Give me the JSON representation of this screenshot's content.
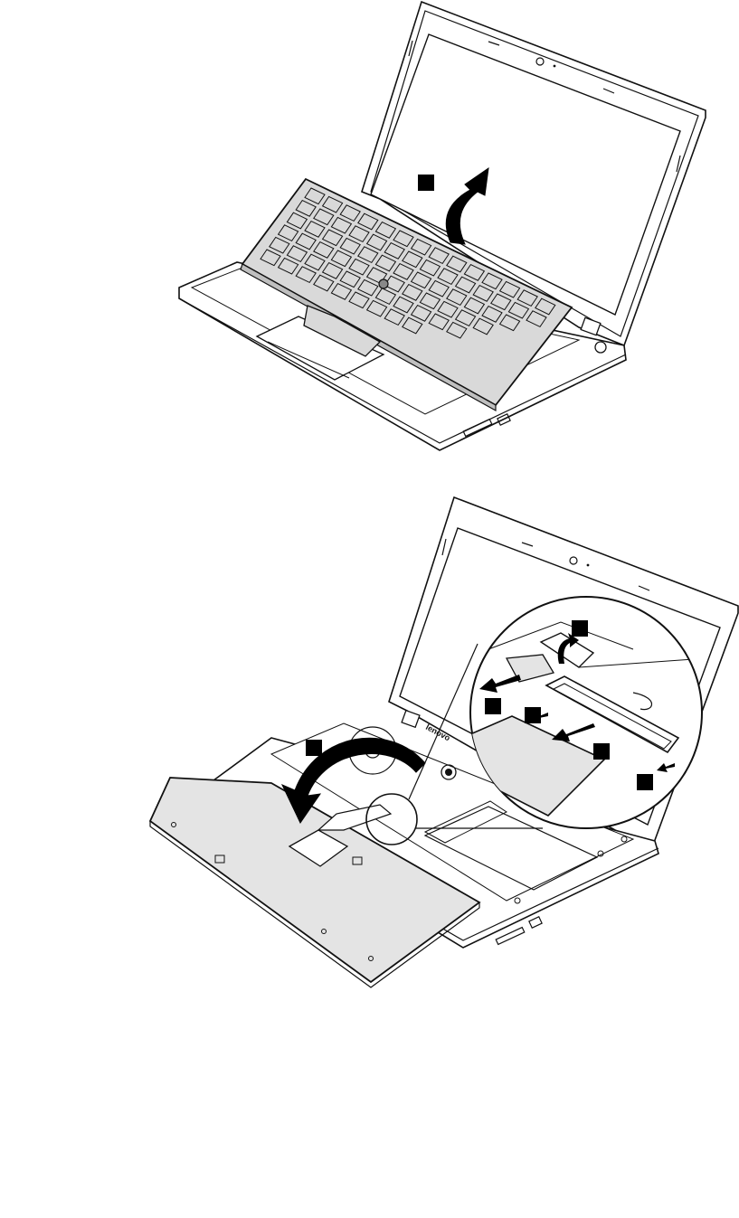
{
  "figures": [
    {
      "id": "keyboard-lift",
      "step_markers": [
        {
          "label": ""
        }
      ]
    },
    {
      "id": "keyboard-connector-detach",
      "brand_logo": "lenovo",
      "step_markers": [
        {
          "label": ""
        },
        {
          "label": ""
        },
        {
          "label": ""
        },
        {
          "label": ""
        },
        {
          "label": ""
        },
        {
          "label": ""
        }
      ]
    }
  ],
  "colors": {
    "line": "#111111",
    "keyboard_fill": "#d9d9d9",
    "panel_fill": "#e4e4e4",
    "background": "#ffffff",
    "marker": "#000000"
  }
}
